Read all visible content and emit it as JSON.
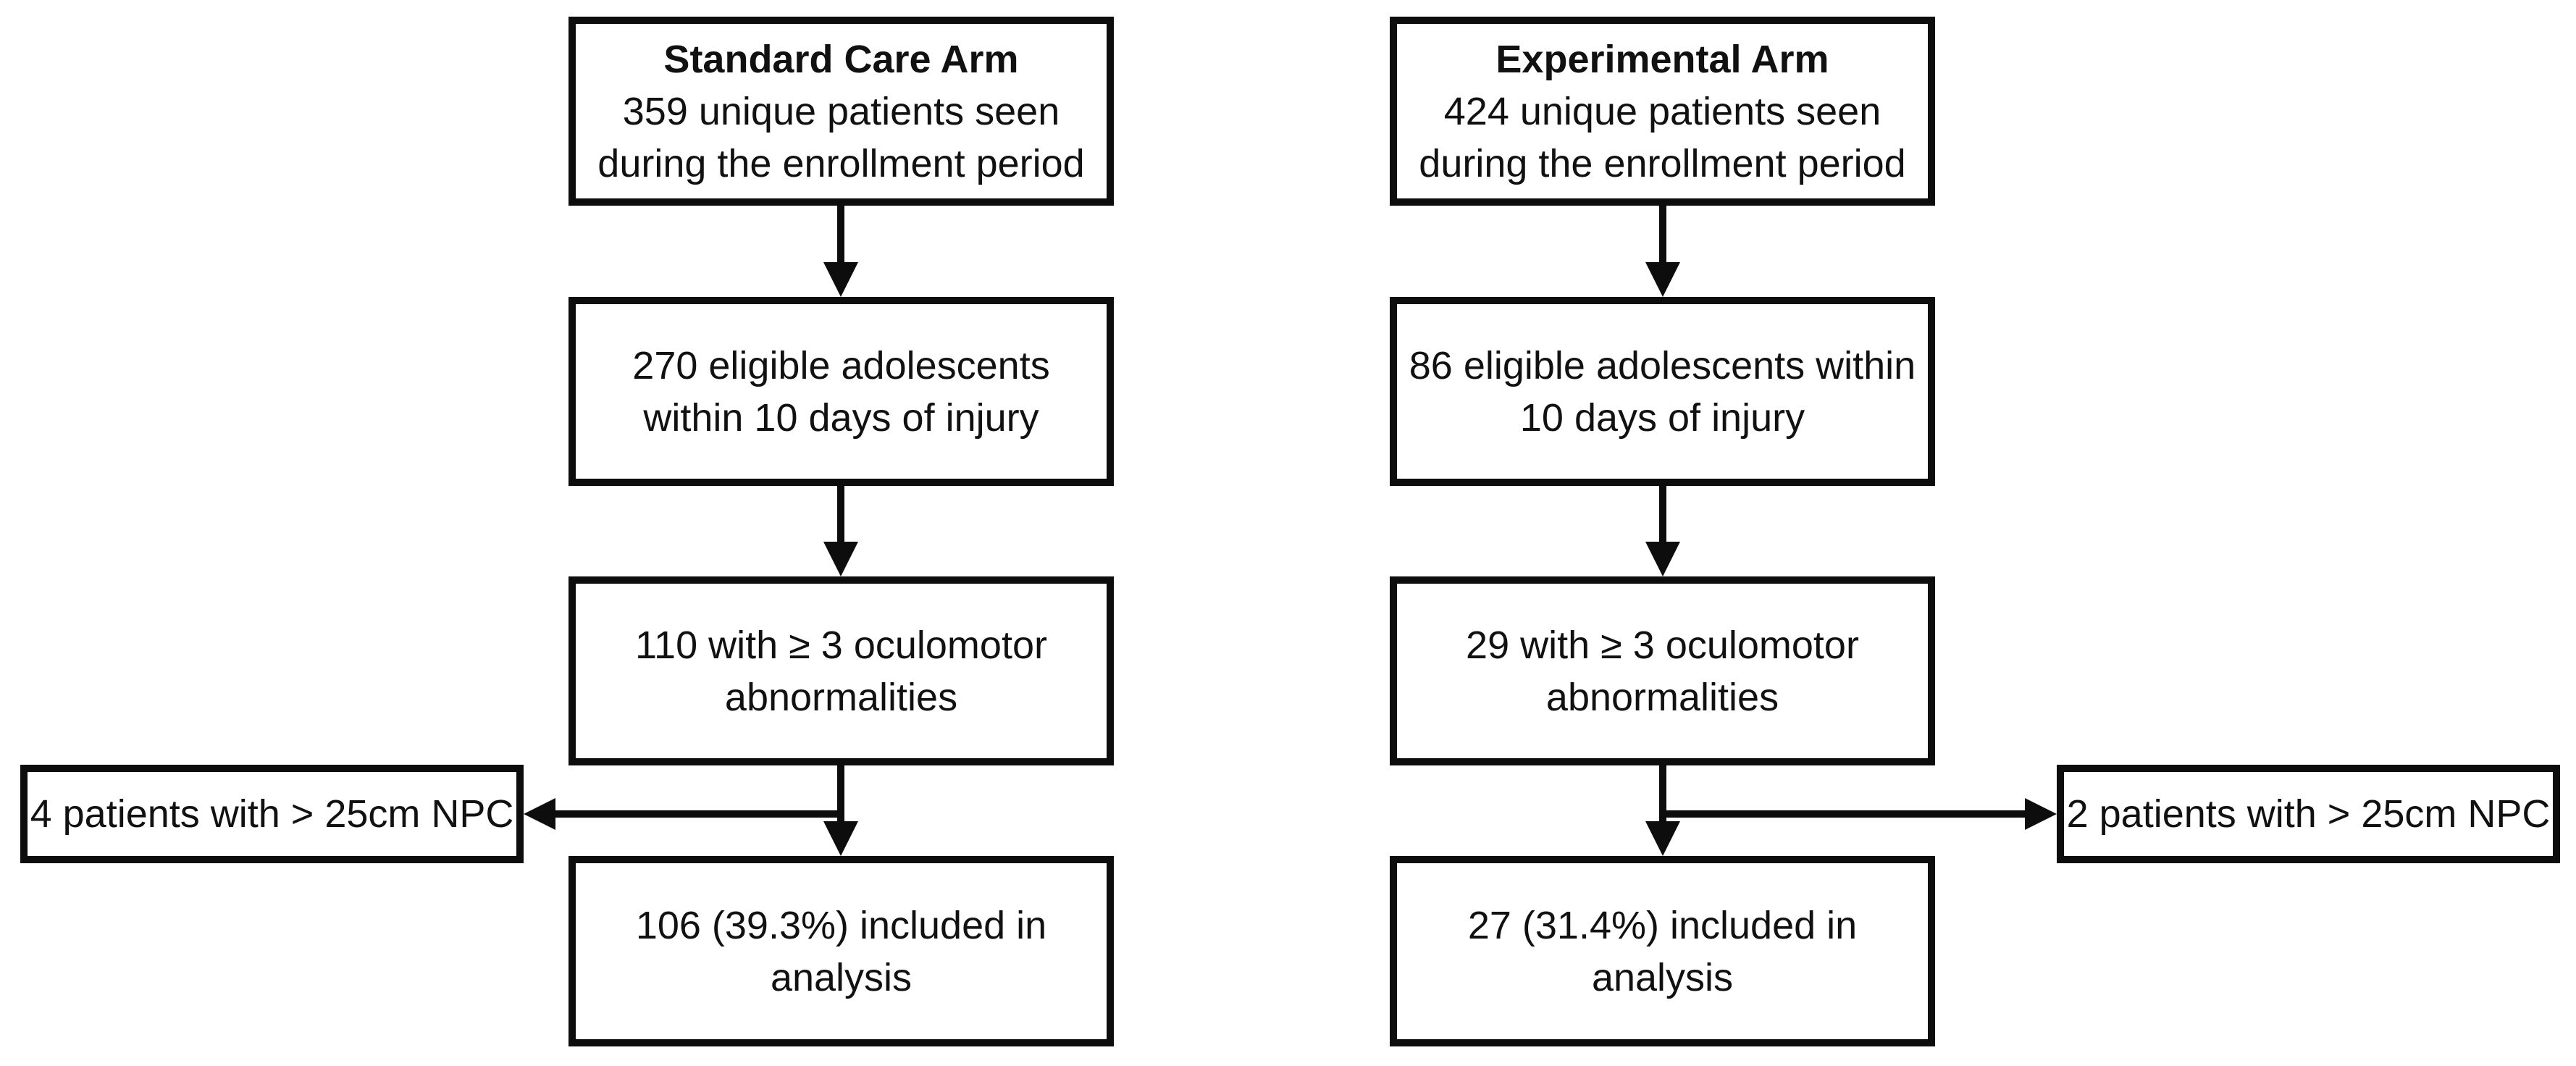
{
  "colors": {
    "box_border": "#0d0d0d",
    "box_fill": "#ffffff",
    "background": "#ffffff",
    "text": "#111111",
    "arrow": "#0d0d0d"
  },
  "arms": [
    {
      "steps": [
        {
          "title": "Standard Care Arm",
          "lines": [
            "359 unique patients seen",
            "during the enrollment period"
          ]
        },
        {
          "lines": [
            "270 eligible adolescents",
            "within 10 days of injury"
          ]
        },
        {
          "lines": [
            "110 with ≥ 3 oculomotor",
            "abnormalities"
          ]
        },
        {
          "lines": [
            "106 (39.3%) included in",
            "analysis"
          ]
        }
      ],
      "exclusion": {
        "lines": [
          "4 patients with > 25cm NPC"
        ],
        "side": "left"
      }
    },
    {
      "steps": [
        {
          "title": "Experimental Arm",
          "lines": [
            "424 unique patients seen",
            "during the enrollment period"
          ]
        },
        {
          "lines": [
            "86 eligible adolescents within",
            "10 days of injury"
          ]
        },
        {
          "lines": [
            "29 with ≥ 3 oculomotor",
            "abnormalities"
          ]
        },
        {
          "lines": [
            "27 (31.4%) included in",
            "analysis"
          ]
        }
      ],
      "exclusion": {
        "lines": [
          "2 patients with > 25cm NPC"
        ],
        "side": "right"
      }
    }
  ]
}
